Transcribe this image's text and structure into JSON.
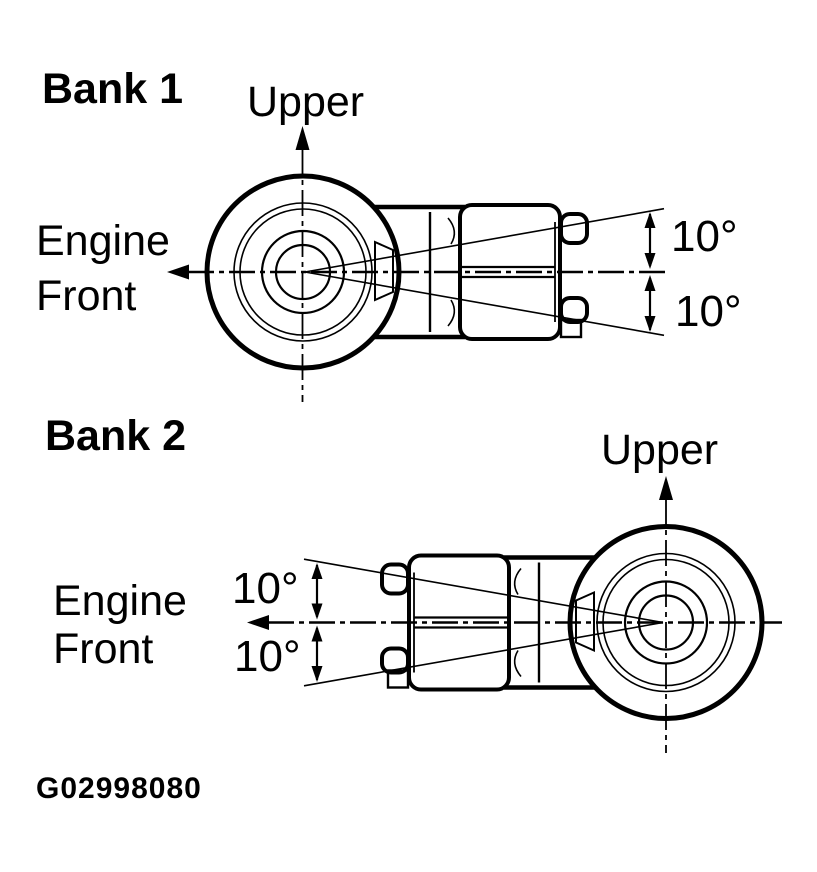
{
  "figure": {
    "code": "G02998080",
    "ink_color": "#000000",
    "background_color": "#ffffff"
  },
  "bank1": {
    "title": "Bank 1",
    "upper_label": "Upper",
    "engine_front": {
      "line1": "Engine",
      "line2": "Front"
    },
    "angles": {
      "upper": "10°",
      "lower": "10°"
    }
  },
  "bank2": {
    "title": "Bank 2",
    "upper_label": "Upper",
    "engine_front": {
      "line1": "Engine",
      "line2": "Front"
    },
    "angles": {
      "upper": "10°",
      "lower": "10°"
    }
  }
}
